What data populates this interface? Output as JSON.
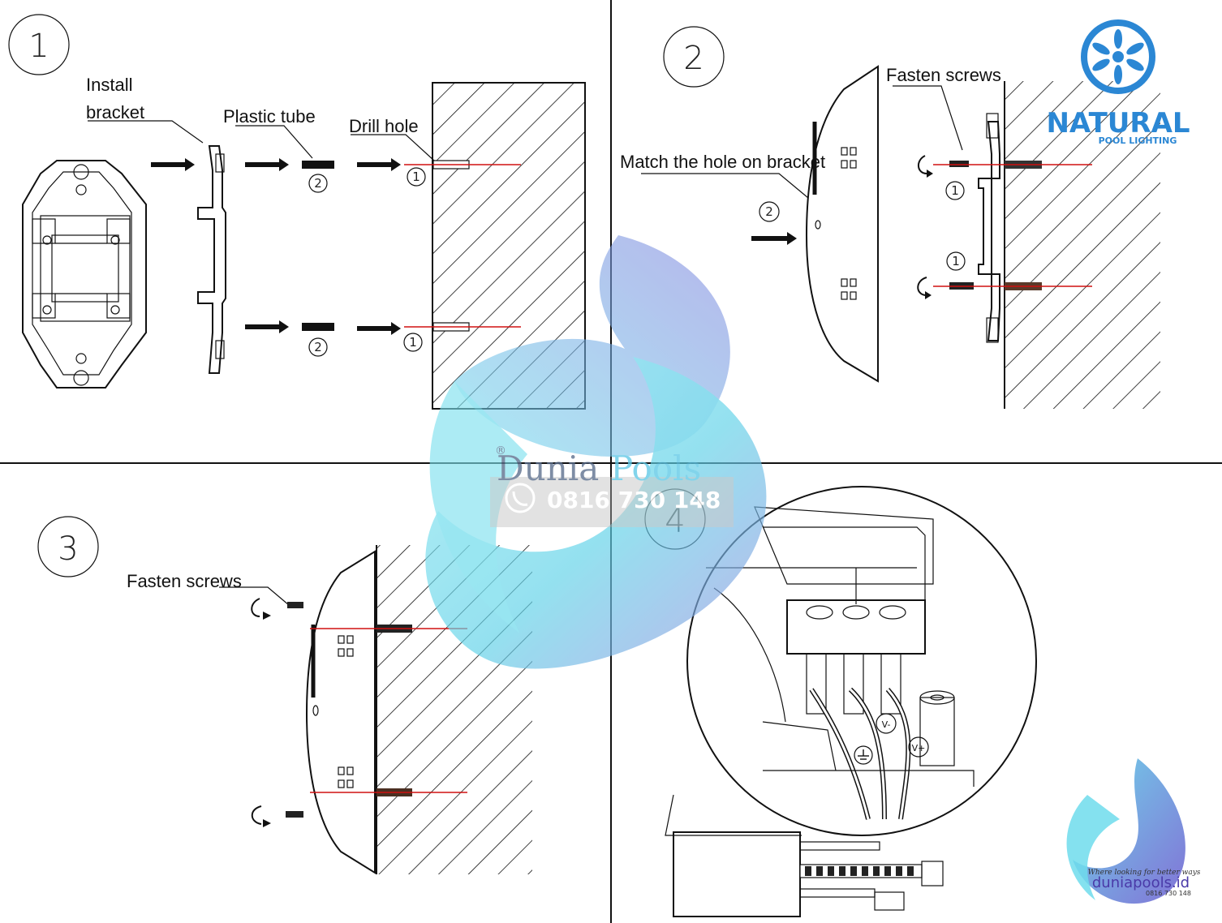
{
  "steps": [
    "1",
    "2",
    "3",
    "4"
  ],
  "panel1": {
    "install_bracket_line1": "Install",
    "install_bracket_line2": "bracket",
    "plastic_tube": "Plastic tube",
    "drill_hole": "Drill hole",
    "marker_1": "1",
    "marker_2": "2"
  },
  "panel2": {
    "fasten_screws": "Fasten screws",
    "match_hole": "Match the hole on bracket",
    "marker_1": "1",
    "marker_2": "2"
  },
  "panel3": {
    "fasten_screws": "Fasten screws"
  },
  "panel4": {
    "terminal_v_minus": "V-",
    "terminal_v_plus": "V+"
  },
  "watermark": {
    "name_part1": "Dunia",
    "name_part2": "Pools",
    "registered": "®",
    "phone": "0816 730 148"
  },
  "brand_logo": {
    "name": "NATURAL",
    "tagline": "POOL LIGHTING"
  },
  "corner_logo": {
    "slogan": "Where looking for better ways",
    "site": "duniapools.id",
    "phone": "0816 730 148"
  },
  "colors": {
    "ink": "#111111",
    "red_line": "#d01010",
    "brand_blue": "#2b87d4",
    "wm_cyan": "#6fd9ea",
    "wm_purple": "#8a7fd6"
  }
}
